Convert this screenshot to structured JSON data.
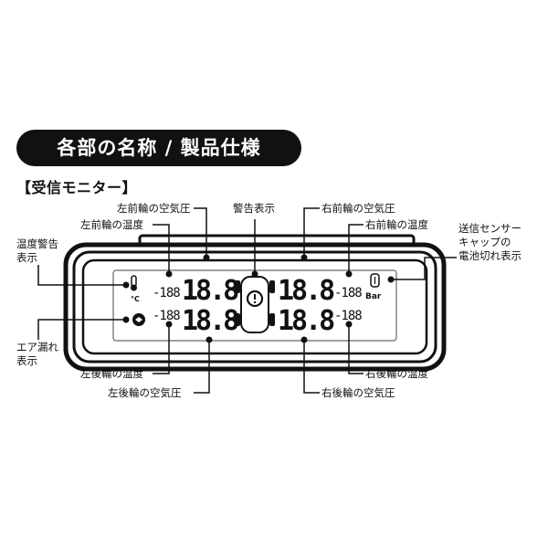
{
  "title": "各部の名称 / 製品仕様",
  "section": "【受信モニター】",
  "display": {
    "big_digits": "18.8",
    "small_digits": "-188",
    "unit_celsius": "°C",
    "unit_bar": "Bar"
  },
  "labels": {
    "fl_pressure": "左前輪の空気圧",
    "fl_temp": "左前輪の温度",
    "warning": "警告表示",
    "fr_pressure": "右前輪の空気圧",
    "fr_temp": "右前輪の温度",
    "battery_line1": "送信センサー",
    "battery_line2": "キャップの",
    "battery_line3": "電池切れ表示",
    "temp_warn_line1": "温度警告",
    "temp_warn_line2": "表示",
    "air_leak_line1": "エア漏れ",
    "air_leak_line2": "表示",
    "rl_temp": "左後輪の温度",
    "rl_pressure": "左後輪の空気圧",
    "rr_temp": "右後輪の温度",
    "rr_pressure": "右後輪の空気圧"
  }
}
